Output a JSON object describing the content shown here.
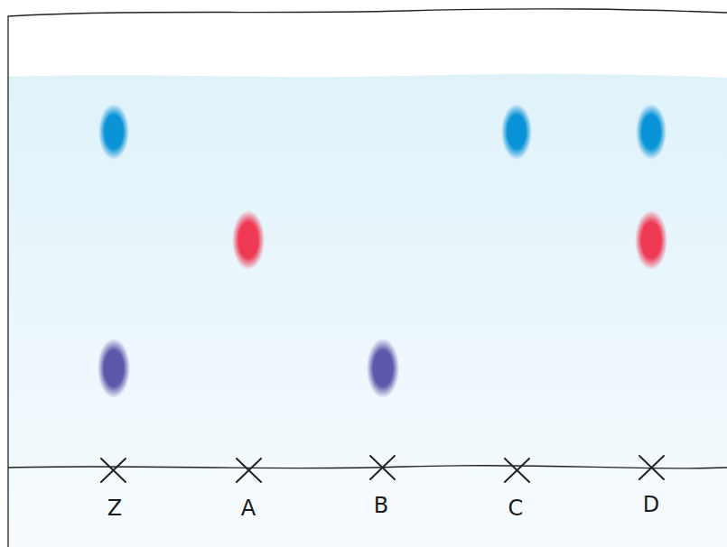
{
  "diagram": {
    "labels": [
      "Z",
      "A",
      "B",
      "C",
      "D"
    ]
  }
}
